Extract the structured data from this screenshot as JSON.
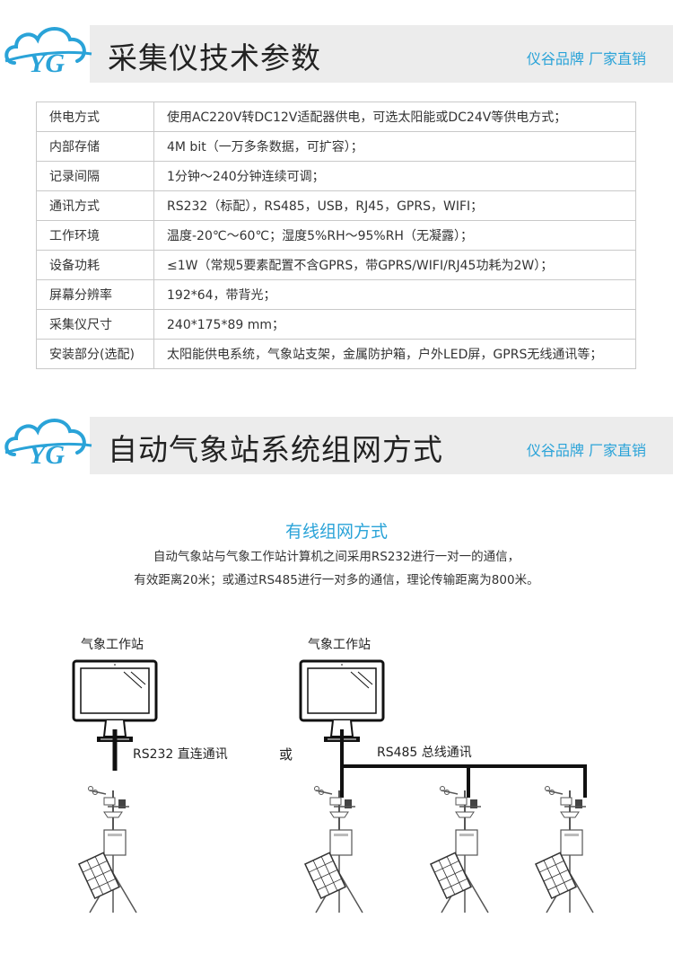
{
  "section1": {
    "title": "采集仪技术参数",
    "brand": "仪谷品牌 厂家直销"
  },
  "specs": [
    {
      "key": "供电方式",
      "value": "使用AC220V转DC12V适配器供电，可选太阳能或DC24V等供电方式；"
    },
    {
      "key": "内部存储",
      "value": "4M bit（一万多条数据，可扩容）；"
    },
    {
      "key": "记录间隔",
      "value": "1分钟～240分钟连续可调；"
    },
    {
      "key": "通讯方式",
      "value": "RS232（标配），RS485，USB，RJ45，GPRS，WIFI；"
    },
    {
      "key": "工作环境",
      "value": "温度-20℃～60℃；湿度5%RH～95%RH（无凝露）；"
    },
    {
      "key": "设备功耗",
      "value": "≤1W（常规5要素配置不含GPRS，带GPRS/WIFI/RJ45功耗为2W）；"
    },
    {
      "key": "屏幕分辨率",
      "value": "192*64，带背光；"
    },
    {
      "key": "采集仪尺寸",
      "value": "240*175*89 mm；"
    },
    {
      "key": "安装部分(选配)",
      "value": "太阳能供电系统，气象站支架，金属防护箱，户外LED屏，GPRS无线通讯等；"
    }
  ],
  "section2": {
    "title": "自动气象站系统组网方式",
    "brand": "仪谷品牌 厂家直销"
  },
  "network": {
    "heading": "有线组网方式",
    "desc_line1": "自动气象站与气象工作站计算机之间采用RS232进行一对一的通信，",
    "desc_line2": "有效距离20米；或通过RS485进行一对多的通信，理论传输距离为800米。",
    "pc_label_left": "气象工作站",
    "pc_label_right": "气象工作站",
    "rs232_label": "RS232 直连通讯",
    "or_label": "或",
    "rs485_label": "RS485 总线通讯"
  },
  "colors": {
    "accent": "#2aa3d8",
    "banner_bg": "#ececec"
  }
}
